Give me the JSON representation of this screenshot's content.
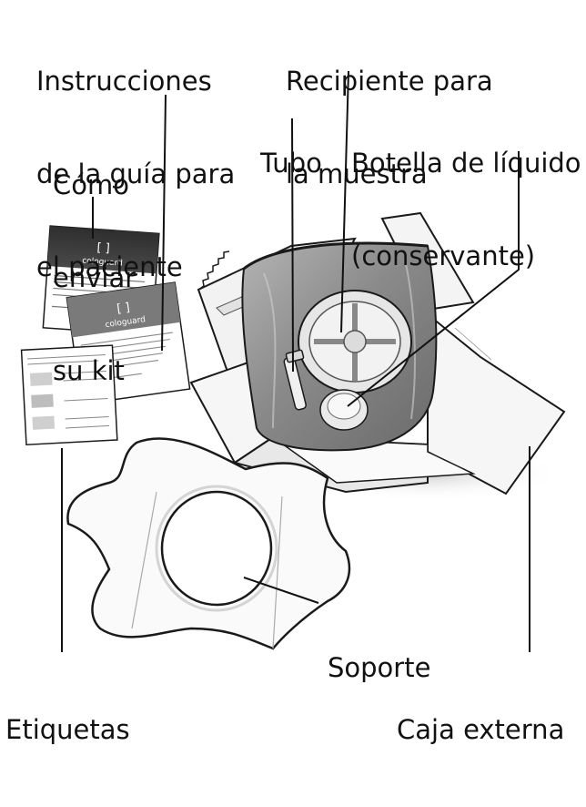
{
  "labels": {
    "instrucciones": [
      "Instrucciones",
      "de la guía para",
      "el paciente"
    ],
    "recipiente": [
      "Recipiente para",
      "la muestra"
    ],
    "tubo": "Tubo",
    "botella": [
      "Botella de líquido",
      "(conservante)"
    ],
    "como_enviar": [
      "Cómo",
      "enviar",
      "su kit"
    ],
    "soporte": "Soporte",
    "etiquetas": "Etiquetas",
    "caja": "Caja externa"
  },
  "colors": {
    "ink": "#111111",
    "line": "#1a1a1a",
    "leaflet_dark": "#3a3a3a",
    "leaflet_mid": "#7a7a7a",
    "bag": "#9a9a9a",
    "box": "#f4f4f4"
  }
}
